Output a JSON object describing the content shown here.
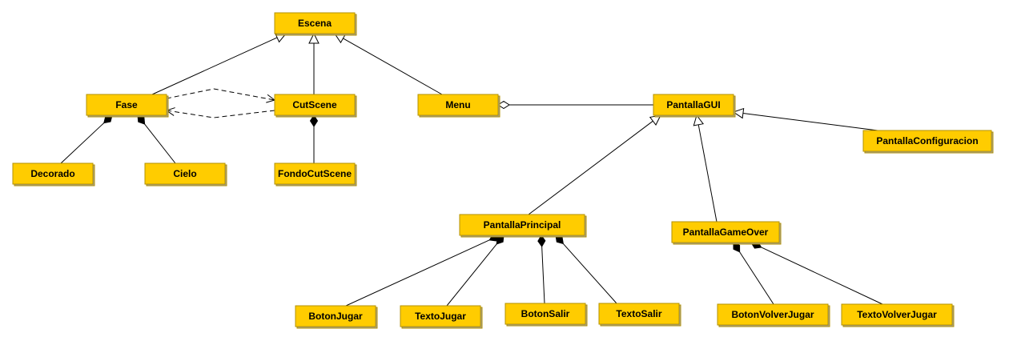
{
  "colors": {
    "node_fill": "#ffcc00",
    "node_shadow": "#a0a0a0",
    "line": "#000000"
  },
  "nodes": {
    "escena": "Escena",
    "fase": "Fase",
    "cutscene": "CutScene",
    "menu": "Menu",
    "pantallagui": "PantallaGUI",
    "pantallaconfiguracion": "PantallaConfiguracion",
    "decorado": "Decorado",
    "cielo": "Cielo",
    "fondocutscene": "FondoCutScene",
    "pantallaprincipal": "PantallaPrincipal",
    "pantallagameover": "PantallaGameOver",
    "botonjugar": "BotonJugar",
    "textojugar": "TextoJugar",
    "botonsalir": "BotonSalir",
    "textosalir": "TextoSalir",
    "botonvolverjugar": "BotonVolverJugar",
    "textovolverjugar": "TextoVolverJugar"
  },
  "relations": [
    {
      "from": "fase",
      "to": "escena",
      "type": "generalization"
    },
    {
      "from": "cutscene",
      "to": "escena",
      "type": "generalization"
    },
    {
      "from": "menu",
      "to": "escena",
      "type": "generalization"
    },
    {
      "from": "fase",
      "to": "cutscene",
      "type": "dependency"
    },
    {
      "from": "cutscene",
      "to": "fase",
      "type": "dependency"
    },
    {
      "from": "menu",
      "to": "pantallagui",
      "type": "aggregation"
    },
    {
      "from": "pantallaprincipal",
      "to": "pantallagui",
      "type": "generalization"
    },
    {
      "from": "pantallagameover",
      "to": "pantallagui",
      "type": "generalization"
    },
    {
      "from": "pantallaconfiguracion",
      "to": "pantallagui",
      "type": "generalization"
    },
    {
      "from": "decorado",
      "to": "fase",
      "type": "composition"
    },
    {
      "from": "cielo",
      "to": "fase",
      "type": "composition"
    },
    {
      "from": "fondocutscene",
      "to": "cutscene",
      "type": "composition"
    },
    {
      "from": "botonjugar",
      "to": "pantallaprincipal",
      "type": "composition"
    },
    {
      "from": "textojugar",
      "to": "pantallaprincipal",
      "type": "composition"
    },
    {
      "from": "botonsalir",
      "to": "pantallaprincipal",
      "type": "composition"
    },
    {
      "from": "textosalir",
      "to": "pantallaprincipal",
      "type": "composition"
    },
    {
      "from": "botonvolverjugar",
      "to": "pantallagameover",
      "type": "composition"
    },
    {
      "from": "textovolverjugar",
      "to": "pantallagameover",
      "type": "composition"
    }
  ]
}
